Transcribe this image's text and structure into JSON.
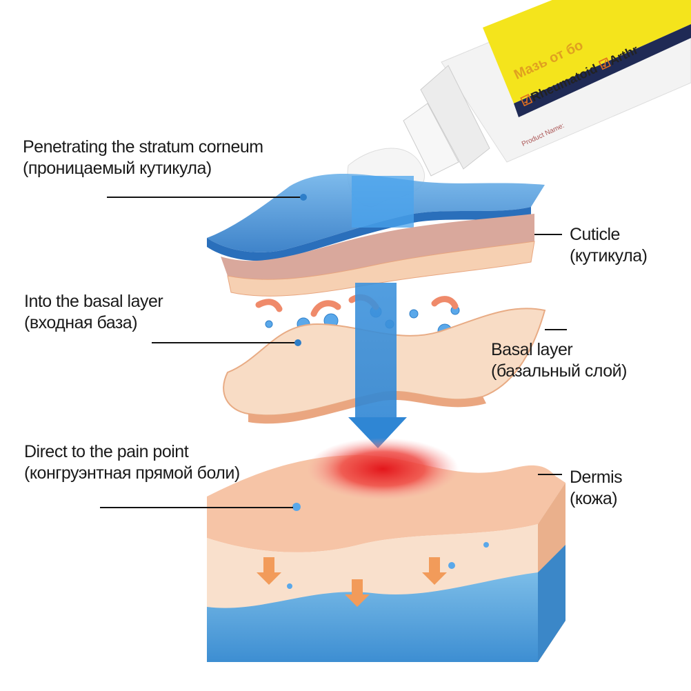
{
  "tube": {
    "label_ru": "Мазь от бо",
    "check1": "Rheumatoid",
    "check2": "Arthr",
    "product_name": "Product Name:"
  },
  "labels": {
    "stratum": {
      "en": "Penetrating the stratum corneum",
      "ru": "(проницаемый кутикула)"
    },
    "cuticle": {
      "en": "Cuticle",
      "ru": "(кутикула)"
    },
    "into_basal": {
      "en": "Into the basal layer",
      "ru": "(входная база)"
    },
    "basal": {
      "en": "Basal layer",
      "ru": "(базальный слой)"
    },
    "pain": {
      "en": "Direct to the pain point",
      "ru": "(конгруэнтная прямой боли)"
    },
    "dermis": {
      "en": "Dermis",
      "ru": "(кожа)"
    }
  },
  "colors": {
    "blue": "#3a8fd6",
    "skin": "#f6c9a8",
    "red": "#e8262a",
    "tube_yellow": "#f4e41c"
  }
}
